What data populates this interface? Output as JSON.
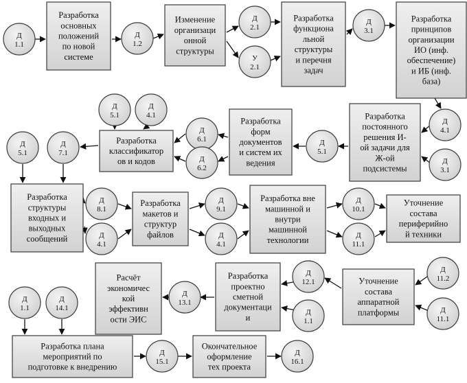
{
  "boxes": [
    {
      "id": "b1",
      "lines": [
        "Разработка",
        "основных",
        "положений",
        "по новой",
        "системе"
      ]
    },
    {
      "id": "b2",
      "lines": [
        "Изменение",
        "организаци",
        "онной",
        "структуры"
      ]
    },
    {
      "id": "b3",
      "lines": [
        "Разработка",
        "функциона",
        "льной",
        "структуры",
        "и перечня",
        "задач"
      ]
    },
    {
      "id": "b4",
      "lines": [
        "Разработка",
        "принципов",
        "организации",
        "ИО (инф.",
        "обеспечение)",
        "и ИБ (инф.",
        "база)"
      ]
    },
    {
      "id": "b5",
      "lines": [
        "Разработка",
        "постоянного",
        "решения И-",
        "ой задачи для",
        "Ж-ой",
        "подсистемы"
      ]
    },
    {
      "id": "b6",
      "lines": [
        "Разработка",
        "форм",
        "документов",
        "и систем их",
        "ведения"
      ]
    },
    {
      "id": "b7",
      "lines": [
        "Разработка",
        "классификатор",
        "ов и кодов"
      ]
    },
    {
      "id": "b8",
      "lines": [
        "Разработка",
        "структуры",
        "входных и",
        "выходных",
        "сообщений"
      ]
    },
    {
      "id": "b9",
      "lines": [
        "Разработка",
        "макетов и",
        "структур",
        "файлов"
      ]
    },
    {
      "id": "b10",
      "lines": [
        "Разработка вне",
        "машинной и",
        "внутри",
        "машинной",
        "технологии"
      ]
    },
    {
      "id": "b11",
      "lines": [
        "Уточнение",
        "состава",
        "периферийно",
        "й техники"
      ]
    },
    {
      "id": "b12",
      "lines": [
        "Уточнение",
        "состава",
        "аппаратной",
        "платформы"
      ]
    },
    {
      "id": "b13",
      "lines": [
        "Разработка",
        "проектно",
        "сметной",
        "документаци",
        "и"
      ]
    },
    {
      "id": "b14",
      "lines": [
        "Расчёт",
        "экономичес",
        "кой",
        "эффективн",
        "ости ЭИС"
      ]
    },
    {
      "id": "b15",
      "lines": [
        "Разработка плана",
        "мероприятий по",
        "подготовке к внедрению"
      ]
    },
    {
      "id": "b16",
      "lines": [
        "Окончательное",
        "оформление",
        "тех проекта"
      ]
    }
  ],
  "nodes": [
    {
      "id": "n_d11a",
      "letter": "Д",
      "num": "1.1"
    },
    {
      "id": "n_d12",
      "letter": "Д",
      "num": "1.2"
    },
    {
      "id": "n_d21",
      "letter": "Д",
      "num": "2.1"
    },
    {
      "id": "n_u21",
      "letter": "У",
      "num": "2.1"
    },
    {
      "id": "n_d31",
      "letter": "Д",
      "num": "3.1"
    },
    {
      "id": "n_d51a",
      "letter": "Д",
      "num": "5.1"
    },
    {
      "id": "n_d41a",
      "letter": "Д",
      "num": "4.1"
    },
    {
      "id": "n_d61",
      "letter": "Д",
      "num": "6.1"
    },
    {
      "id": "n_d62",
      "letter": "Д",
      "num": "6.2"
    },
    {
      "id": "n_d51b",
      "letter": "Д",
      "num": "5.1"
    },
    {
      "id": "n_d41b",
      "letter": "Д",
      "num": "4.1"
    },
    {
      "id": "n_d31b",
      "letter": "Д",
      "num": "3.1"
    },
    {
      "id": "n_d51c",
      "letter": "Д",
      "num": "5.1"
    },
    {
      "id": "n_d71",
      "letter": "Д",
      "num": "7.1"
    },
    {
      "id": "n_d81",
      "letter": "Д",
      "num": "8.1"
    },
    {
      "id": "n_d41c",
      "letter": "Д",
      "num": "4.1"
    },
    {
      "id": "n_d91",
      "letter": "Д",
      "num": "9.1"
    },
    {
      "id": "n_d41d",
      "letter": "Д",
      "num": "4.1"
    },
    {
      "id": "n_d101",
      "letter": "Д",
      "num": "10.1"
    },
    {
      "id": "n_d111",
      "letter": "Д",
      "num": "11.1"
    },
    {
      "id": "n_d112",
      "letter": "Д",
      "num": "11.2"
    },
    {
      "id": "n_d111b",
      "letter": "Д",
      "num": "11.1"
    },
    {
      "id": "n_d121",
      "letter": "Д",
      "num": "12.1"
    },
    {
      "id": "n_d11b",
      "letter": "Д",
      "num": "1.1"
    },
    {
      "id": "n_d131",
      "letter": "Д",
      "num": "13.1"
    },
    {
      "id": "n_d11c",
      "letter": "Д",
      "num": "1.1"
    },
    {
      "id": "n_d141",
      "letter": "Д",
      "num": "14.1"
    },
    {
      "id": "n_d151",
      "letter": "Д",
      "num": "15.1"
    },
    {
      "id": "n_d161",
      "letter": "Д",
      "num": "16.1"
    }
  ]
}
